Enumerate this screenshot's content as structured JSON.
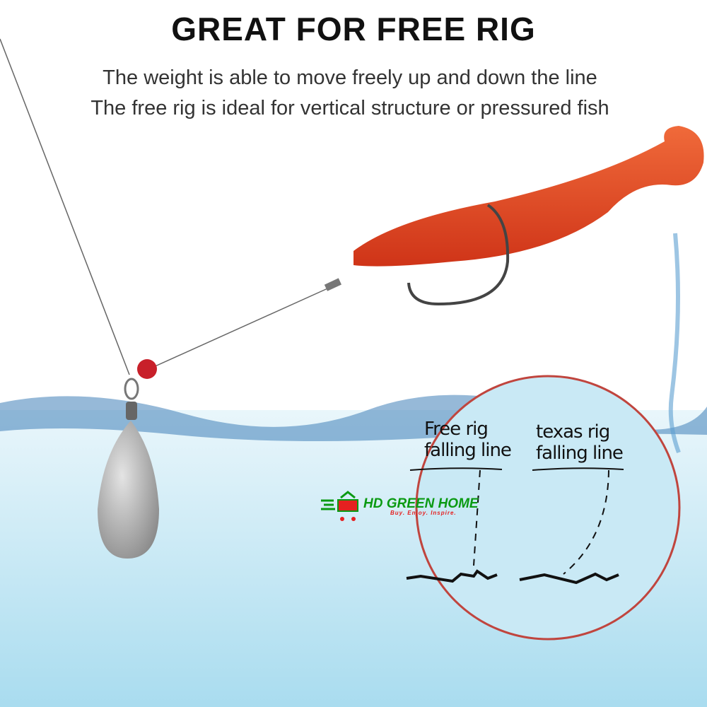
{
  "title": "GREAT FOR FREE RIG",
  "subtitle_lines": [
    "The weight is able to move freely up and down the line",
    "The free rig is ideal for vertical structure or pressured fish"
  ],
  "diagram": {
    "free_rig_label": [
      "Free rig",
      "falling line"
    ],
    "texas_rig_label": [
      "texas rig",
      "falling line"
    ]
  },
  "logo": {
    "brand": "HD GREEN HOME",
    "tagline": "Buy. Enjoy. Inspire."
  },
  "colors": {
    "lure": "#e0401c",
    "water": "#bfe3f2",
    "circle_border": "#c0453e",
    "brand_green": "#0a9a12",
    "brand_red": "#e52020"
  }
}
